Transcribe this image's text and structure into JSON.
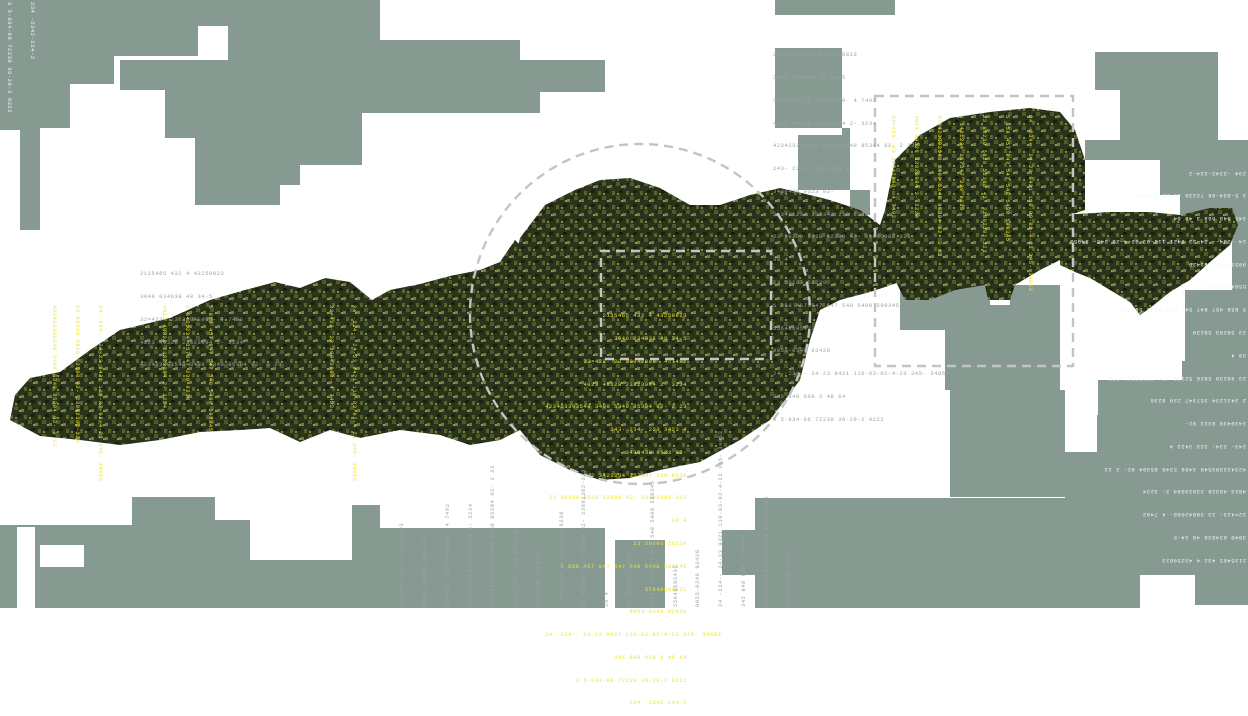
{
  "colors": {
    "background": "#ffffff",
    "slab": "#879a92",
    "canopy_dark": "#1e2414",
    "canopy_mid": "#3e4a26",
    "canopy_light": "#6e7d42",
    "label_yellow": "#e9e33a",
    "label_grey": "#9aa3a0",
    "dash": "#c4c4c4"
  },
  "icons": [
    "dashed-circle-overlay",
    "dashed-square-overlay"
  ],
  "number_lines": [
    "2135465 432 4 43259823",
    "3040 034038 48 34-5",
    "32=423- 23 39042098- 4 7492",
    "4023 49328 23823094 2- 3234",
    "423423393548 3409 5340 85304 92- 2 23",
    "243- 234- 223 3423 4",
    "3430430 9323 92-",
    "2 3421234 357347 239 8238",
    "23 98239 5828 52308 42- 23802382-323",
    "39 4",
    "23 50293 58239",
    "5 858 457 847 547 548 5498 590345",
    "55648695432",
    "9053-0349 92420",
    "24 -234-- 24-23 9421 110-03-02-4-23 345- 34953",
    "345 848 608 3 48 64",
    "3 5-034-86 72239 39-29-2 9222",
    "234 -2342-234-2"
  ]
}
